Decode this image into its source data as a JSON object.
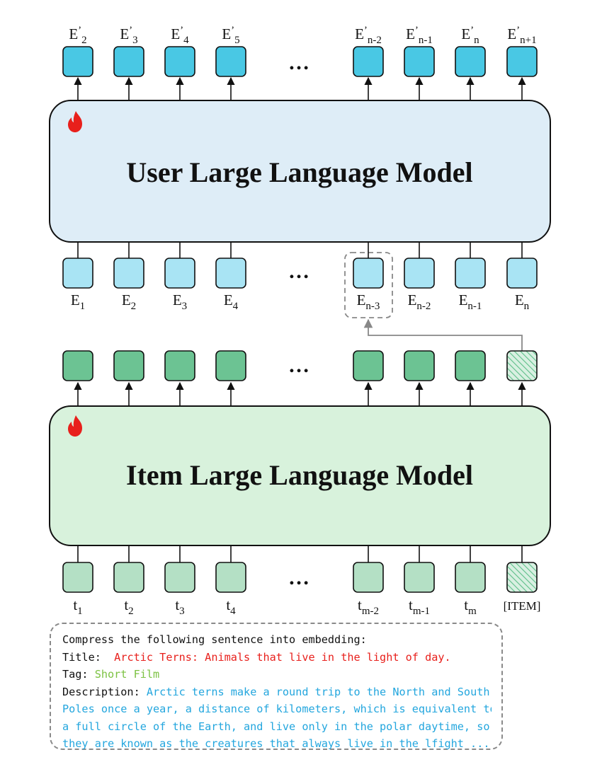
{
  "user_model": {
    "title": "User Large Language Model",
    "outputs": [
      {
        "base": "E",
        "sup": "’",
        "sub": "2"
      },
      {
        "base": "E",
        "sup": "’",
        "sub": "3"
      },
      {
        "base": "E",
        "sup": "’",
        "sub": "4"
      },
      {
        "base": "E",
        "sup": "’",
        "sub": "5"
      },
      {
        "base": "E",
        "sup": "’",
        "sub": "n-2"
      },
      {
        "base": "E",
        "sup": "’",
        "sub": "n-1"
      },
      {
        "base": "E",
        "sup": "’",
        "sub": "n"
      },
      {
        "base": "E",
        "sup": "’",
        "sub": "n+1"
      }
    ],
    "inputs": [
      {
        "base": "E",
        "sub": "1"
      },
      {
        "base": "E",
        "sub": "2"
      },
      {
        "base": "E",
        "sub": "3"
      },
      {
        "base": "E",
        "sub": "4"
      },
      {
        "base": "E",
        "sub": "n-3"
      },
      {
        "base": "E",
        "sub": "n-2"
      },
      {
        "base": "E",
        "sub": "n-1"
      },
      {
        "base": "E",
        "sub": "n"
      }
    ],
    "ellipsis": "…"
  },
  "item_model": {
    "title": "Item Large Language Model",
    "inputs": [
      {
        "base": "t",
        "sub": "1"
      },
      {
        "base": "t",
        "sub": "2"
      },
      {
        "base": "t",
        "sub": "3"
      },
      {
        "base": "t",
        "sub": "4"
      },
      {
        "base": "t",
        "sub": "m-2"
      },
      {
        "base": "t",
        "sub": "m-1"
      },
      {
        "base": "t",
        "sub": "m"
      },
      {
        "base": "[ITEM]",
        "sub": ""
      }
    ],
    "ellipsis": "…"
  },
  "prompt": {
    "intro": "Compress the following sentence into embedding:",
    "title_label": "Title:",
    "title_value": "Arctic Terns: Animals that live in the light of day.",
    "tag_label": "Tag:",
    "tag_value": "Short Film",
    "description_label": "Description:",
    "description_lines": [
      "Arctic terns make a round trip to the North and South",
      "Poles once a year, a distance of kilometers, which is equivalent to",
      "a full circle of the Earth, and live only in the polar daytime, so",
      "they are known as the creatures that always live in the lfight ..."
    ]
  },
  "colors": {
    "user_model_fill": "#deedf7",
    "item_model_fill": "#d8f2dc",
    "user_output_token": "#49c8e4",
    "user_input_token": "#a9e4f4",
    "item_output_token": "#6cc393",
    "item_input_token": "#b4e0c5",
    "fire_icon": "#e8201c",
    "title_value": "#e8201c",
    "tag_value": "#7cc242",
    "description_text": "#23a6de"
  },
  "icons": [
    "fire-icon",
    "arrow-icon",
    "hatched-item-token"
  ]
}
